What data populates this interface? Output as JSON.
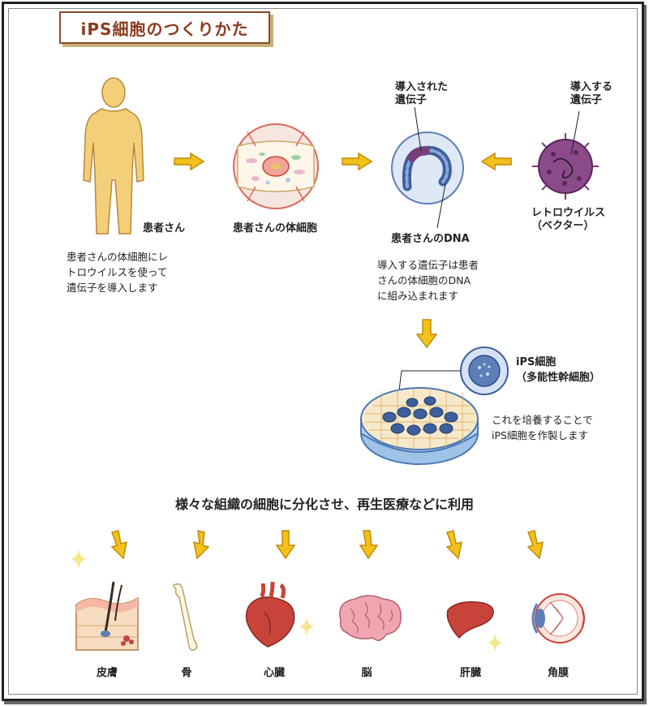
{
  "title": "iPS細胞のつくりかた",
  "steps": {
    "patient": "患者さん",
    "somatic_cell": "患者さんの体細胞",
    "patient_dna": "患者さんのDNA",
    "introduced_gene": "導入された\n遺伝子",
    "gene_to_introduce": "導入する\n遺伝子",
    "retrovirus": "レトロウイルス\n（ベクター）",
    "ips_cell": "iPS細胞\n（多能性幹細胞）"
  },
  "notes": {
    "note1": "患者さんの体細胞にレ\nトロウイルスを使って\n遺伝子を導入します",
    "note2": "導入する遺伝子は患者\nさんの体細胞のDNA\nに組み込まれます",
    "note3": "これを培養することで\niPS細胞を作製します"
  },
  "heading": "様々な組織の細胞に分化させ、再生医療などに利用",
  "organs": [
    "皮膚",
    "骨",
    "心臓",
    "脳",
    "肝臓",
    "角膜"
  ],
  "colors": {
    "arrow": "#f1c21b",
    "arrow_outline": "#c48a0a",
    "body": "#f3cf7a",
    "virus": "#7a3d78",
    "cell_blue": "#5c7fb8",
    "organ_red": "#c8443a",
    "brain_pink": "#f0a6b0"
  }
}
